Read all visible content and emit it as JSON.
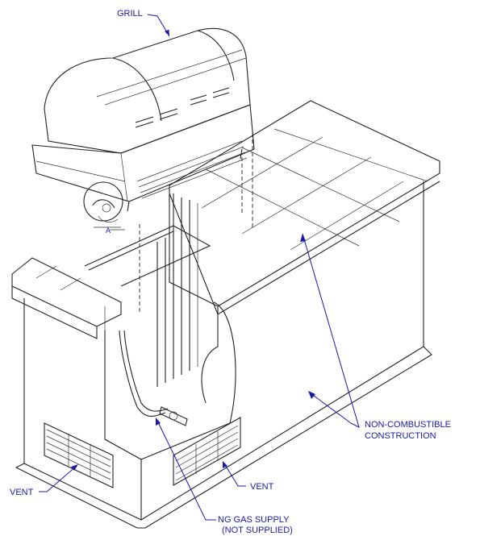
{
  "labels": {
    "grill": "GRILL",
    "detail_a": "A",
    "non_combustible_line1": "NON-COMBUSTIBLE",
    "non_combustible_line2": "CONSTRUCTION",
    "vent_left": "VENT",
    "vent_right": "VENT",
    "gas_line1": "NG GAS SUPPLY",
    "gas_line2": "(NOT SUPPLIED)"
  },
  "colors": {
    "line": "#222222",
    "label": "#1a1aa6"
  }
}
